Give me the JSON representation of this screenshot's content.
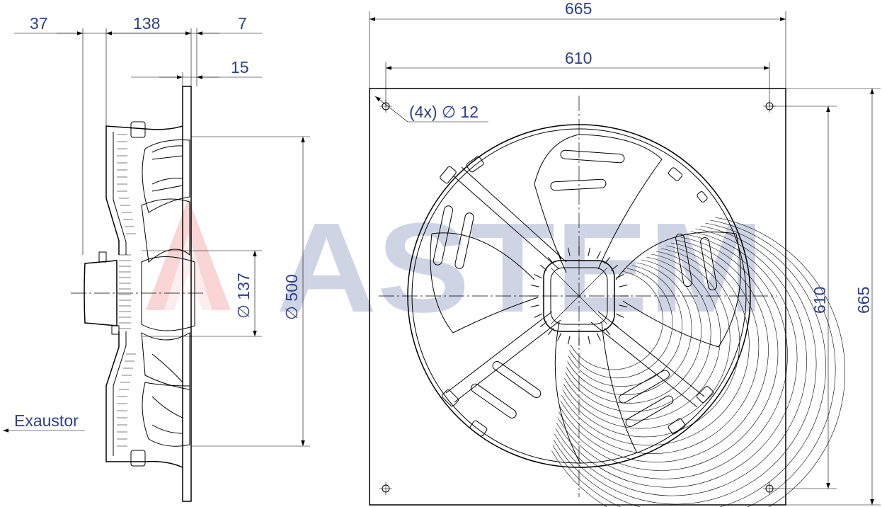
{
  "side_view": {
    "dim_37": "37",
    "dim_138": "138",
    "dim_7": "7",
    "dim_15": "15",
    "dim_hub_diameter": "∅ 137",
    "dim_fan_diameter": "∅ 500",
    "airflow_label": "Exaustor"
  },
  "front_view": {
    "dim_plate_width": "665",
    "dim_hole_spacing_width": "610",
    "dim_hole_spacing_height": "610",
    "dim_plate_height": "665",
    "holes_label": "(4x) ∅ 12"
  },
  "watermark": {
    "text": "ASTEM",
    "text_color": "#2b3f8c",
    "triangle_color": "#e64545"
  },
  "colors": {
    "dimension_text": "#2b3f8c",
    "line": "#000000"
  }
}
